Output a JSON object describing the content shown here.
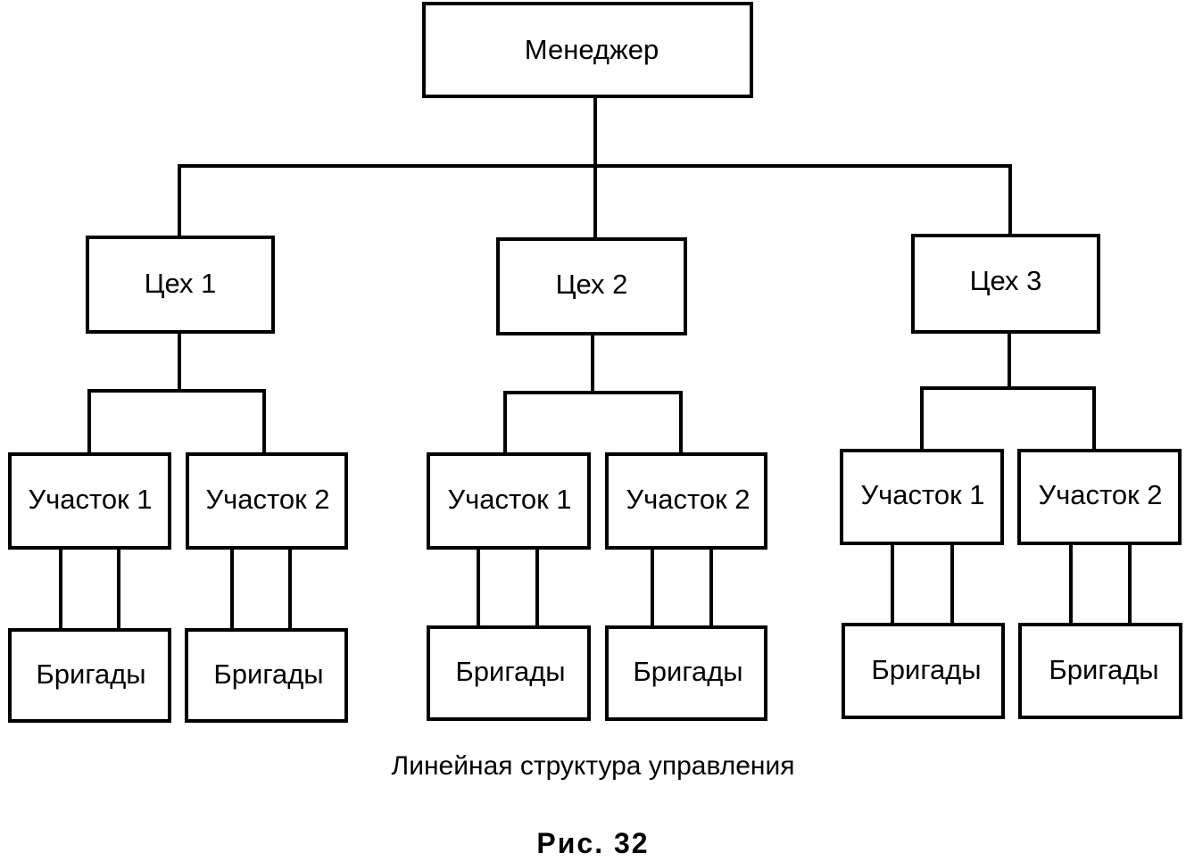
{
  "diagram": {
    "root": {
      "label": "Менеджер"
    },
    "workshops": [
      {
        "label": "Цех 1",
        "sections": [
          {
            "label": "Участок 1",
            "teams_label": "Бригады"
          },
          {
            "label": "Участок 2",
            "teams_label": "Бригады"
          }
        ]
      },
      {
        "label": "Цех 2",
        "sections": [
          {
            "label": "Участок 1",
            "teams_label": "Бригады"
          },
          {
            "label": "Участок 2",
            "teams_label": "Бригады"
          }
        ]
      },
      {
        "label": "Цех 3",
        "sections": [
          {
            "label": "Участок 1",
            "teams_label": "Бригады"
          },
          {
            "label": "Участок 2",
            "teams_label": "Бригады"
          }
        ]
      }
    ]
  },
  "caption": {
    "title": "Линейная структура управления",
    "figure": "Рис. 32"
  }
}
